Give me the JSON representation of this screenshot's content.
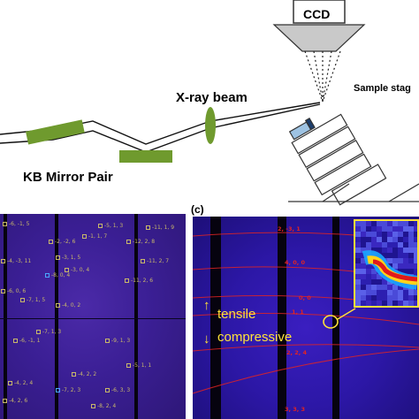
{
  "labels": {
    "ccd": "CCD",
    "xray_beam": "X-ray beam",
    "sample_stage": "Sample stag",
    "kb_mirror": "KB Mirror Pair",
    "panel_c": "(c)",
    "tensile": "tensile",
    "compressive": "compressive"
  },
  "panel_b_indices": [
    "-6, -1, 5",
    "-5, 1, 3",
    "-11, 1, 9",
    "-2, -2, 6",
    "-1, 1, 7",
    "-12, 2, 8",
    "-4, -3, 11",
    "-3, 1, 5",
    "-11, 2, 7",
    "-8, 0, 4",
    "-11, 2, 6",
    "-3, 0, 4",
    "-6, 0, 6",
    "-7, 1, 5",
    "-4, 0, 2",
    "-7, 1, 3",
    "-6, -1, 1",
    "-9, 1, 3",
    "-4, 2, 2",
    "-5, 1, 1",
    "-4, 2, 4",
    "-7, 2, 3",
    "-6, 3, 3",
    "-4, 2, 6",
    "-8, 2, 4"
  ],
  "panel_c_indices": [
    "2, -3, 1",
    "4, 0, 0",
    "0, 0",
    "1, 1",
    "2, 2, 4",
    "3, 3, 3"
  ],
  "colors": {
    "mirror_green": "#6f9a2e",
    "arrow_yellow": "#ffe23a",
    "strain_line_red": "#e02424",
    "sample_blue": "#9ec3e3"
  }
}
